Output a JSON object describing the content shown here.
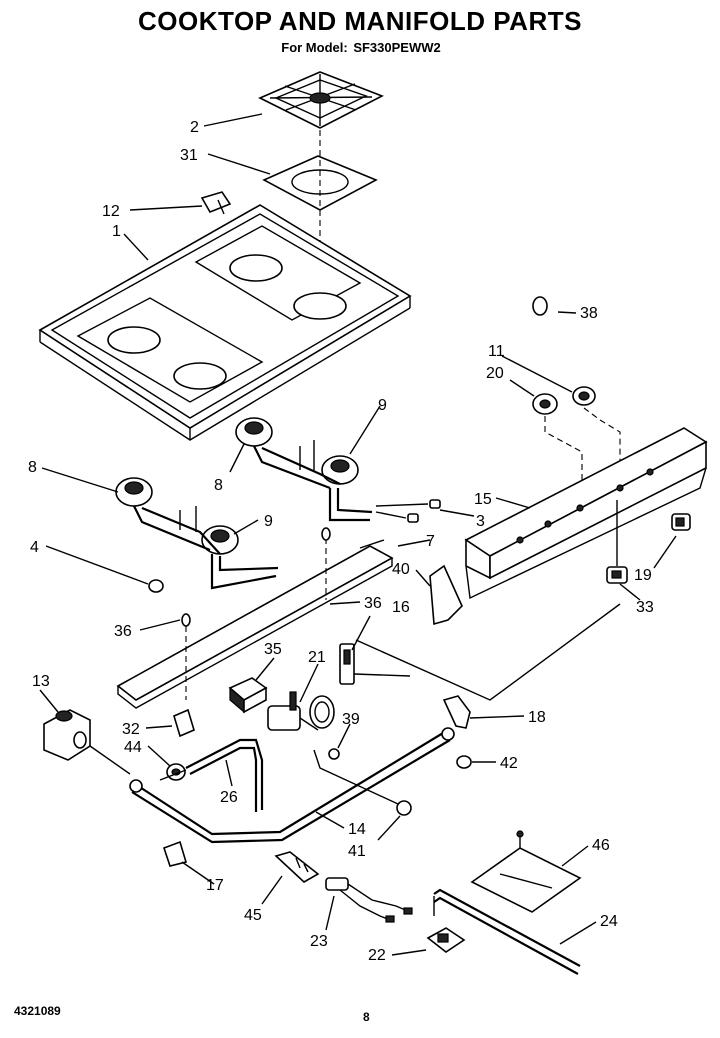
{
  "header": {
    "title": "COOKTOP AND MANIFOLD PARTS",
    "model_prefix": "For Model:",
    "model": "SF330PEWW2"
  },
  "footer": {
    "doc_number": "4321089",
    "page_number": "8"
  },
  "callouts": {
    "c1": "1",
    "c2": "2",
    "c3": "3",
    "c4": "4",
    "c7": "7",
    "c8a": "8",
    "c8b": "8",
    "c9a": "9",
    "c9b": "9",
    "c11": "11",
    "c12": "12",
    "c13": "13",
    "c14": "14",
    "c15": "15",
    "c16": "16",
    "c17": "17",
    "c18": "18",
    "c19": "19",
    "c20": "20",
    "c21": "21",
    "c22": "22",
    "c23": "23",
    "c24": "24",
    "c26": "26",
    "c31": "31",
    "c32": "32",
    "c33": "33",
    "c35": "35",
    "c36a": "36",
    "c36b": "36",
    "c38": "38",
    "c39": "39",
    "c40": "40",
    "c41": "41",
    "c42": "42",
    "c44": "44",
    "c45": "45",
    "c46": "46"
  }
}
